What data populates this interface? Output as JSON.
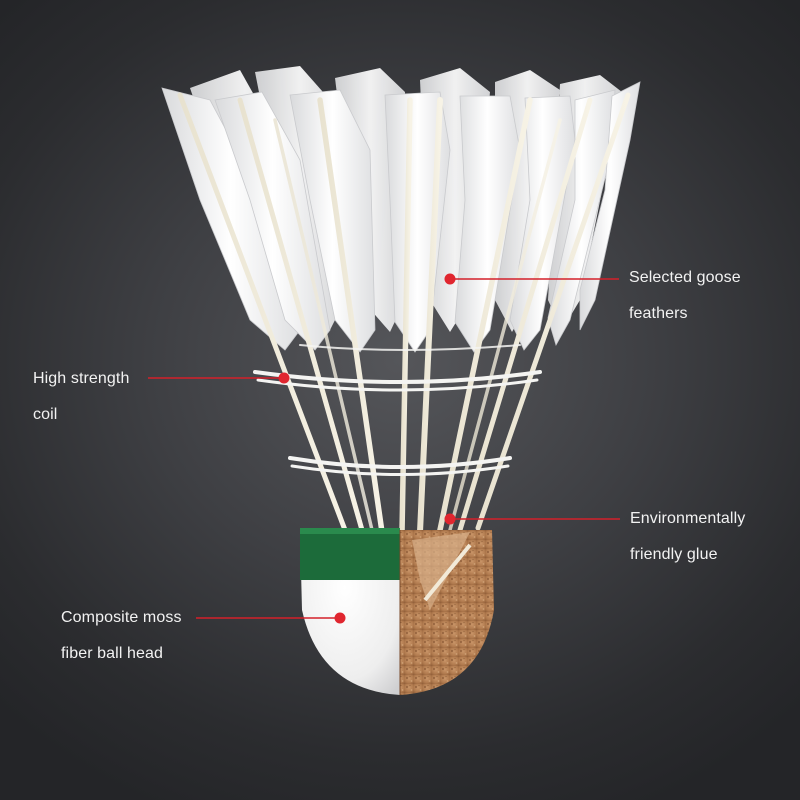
{
  "image": {
    "subject": "badminton shuttlecock",
    "background_color": "#3a3b3f"
  },
  "callouts": {
    "feathers": {
      "line1": "Selected goose",
      "line2": "feathers"
    },
    "coil": {
      "line1": "High strength",
      "line2": "coil"
    },
    "glue": {
      "line1": "Environmentally",
      "line2": "friendly glue"
    },
    "head": {
      "line1": "Composite moss",
      "line2": "fiber ball head"
    }
  },
  "colors": {
    "leader_line": "#d4202a",
    "marker_dot": "#e0262f",
    "band_green": "#1c6b3a",
    "cork": "#b98358"
  }
}
